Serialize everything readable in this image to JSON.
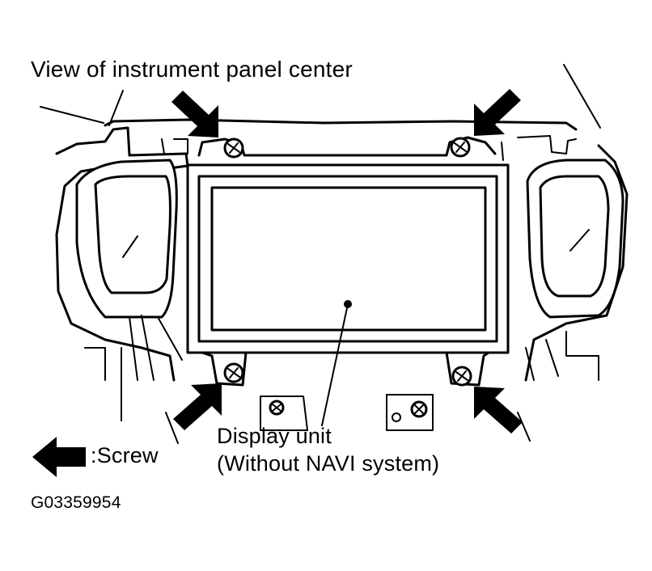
{
  "labels": {
    "title": "View of instrument panel center",
    "display_unit_line1": "Display unit",
    "display_unit_line2": "(Without NAVI system)",
    "legend_screw": ":Screw",
    "figure_id": "G03359954"
  },
  "icons": {
    "arrow": "screw-arrow-icon",
    "screw": "screw-icon"
  },
  "colors": {
    "ink": "#000000",
    "paper": "#ffffff"
  }
}
